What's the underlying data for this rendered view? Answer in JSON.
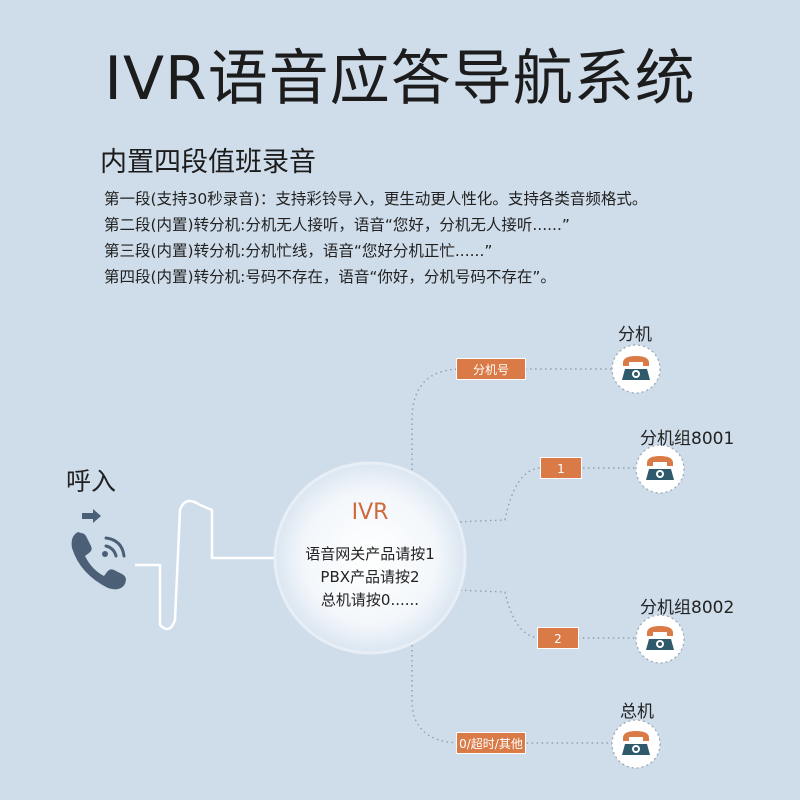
{
  "title": "IVR语音应答导航系统",
  "subtitle": "内置四段值班录音",
  "description": [
    "第一段(支持30秒录音)：支持彩铃导入，更生动更人性化。支持各类音频格式。",
    "第二段(内置)转分机:分机无人接听，语音“您好，分机无人接听......”",
    "第三段(内置)转分机:分机忙线，语音“您好分机正忙......”",
    "第四段(内置)转分机:号码不存在，语音“你好，分机号码不存在”。"
  ],
  "caller": {
    "label": "呼入"
  },
  "ivr": {
    "title": "IVR",
    "lines": [
      "语音网关产品请按1",
      "PBX产品请按2",
      "总机请按0......"
    ]
  },
  "branches": [
    {
      "tag": "分机号",
      "target": "分机"
    },
    {
      "tag": "1",
      "target": "分机组8001"
    },
    {
      "tag": "2",
      "target": "分机组8002"
    },
    {
      "tag": "0/超时/其他",
      "target": "总机"
    }
  ],
  "colors": {
    "background": "#cfdcea",
    "accent": "#d97a47",
    "phone_icon": "#2f5a6b",
    "caller_icon": "#4b6076"
  }
}
